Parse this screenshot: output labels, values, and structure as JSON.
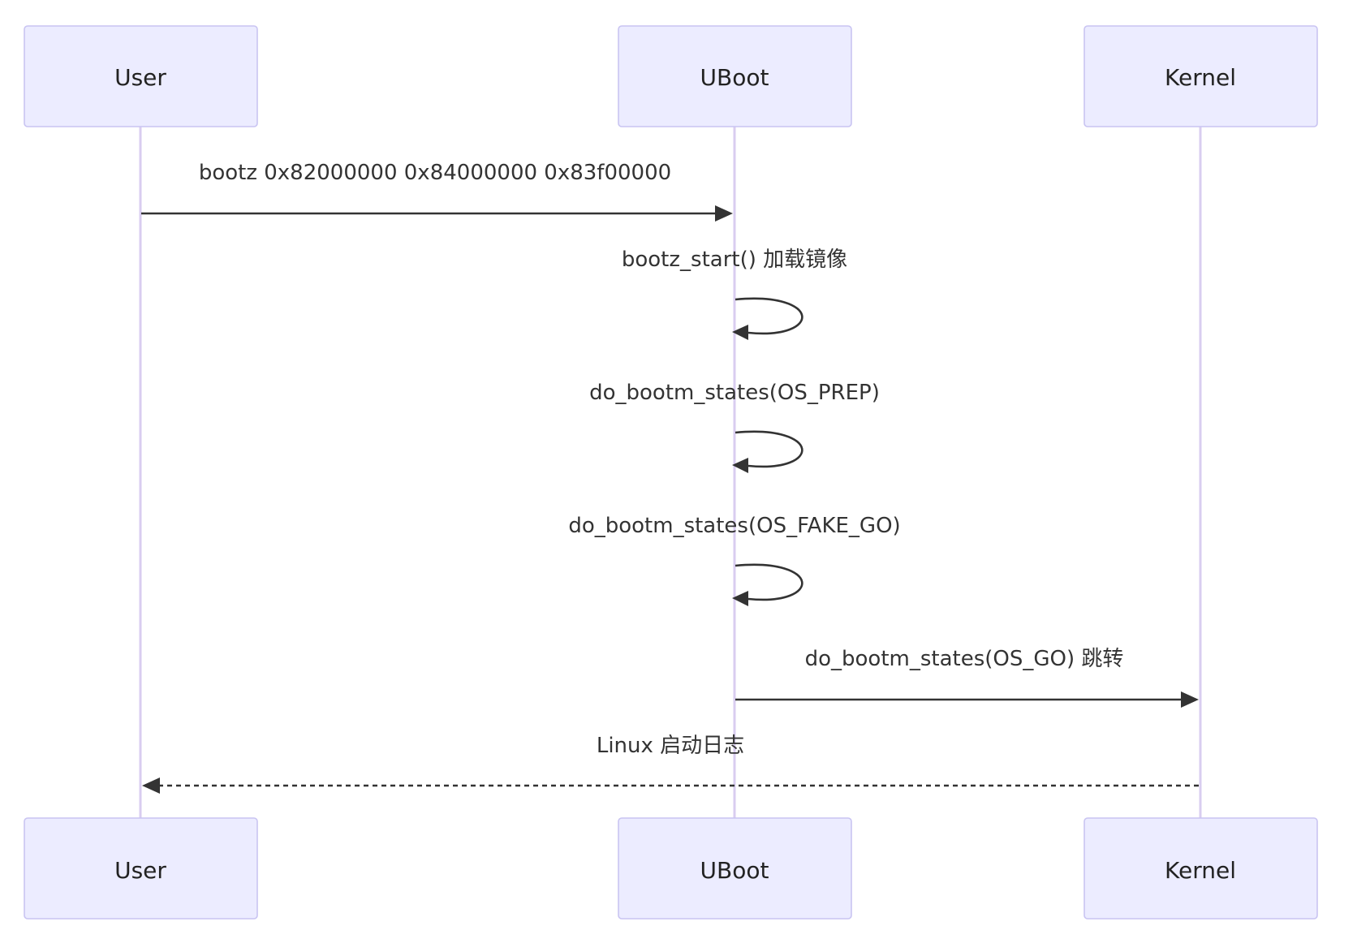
{
  "diagram": {
    "type": "sequence",
    "participants": [
      {
        "id": "user",
        "label": "User"
      },
      {
        "id": "uboot",
        "label": "UBoot"
      },
      {
        "id": "kernel",
        "label": "Kernel"
      }
    ],
    "messages": [
      {
        "id": "m1",
        "from": "user",
        "to": "uboot",
        "label": "bootz 0x82000000 0x84000000 0x83f00000",
        "style": "solid"
      },
      {
        "id": "m2",
        "from": "uboot",
        "to": "uboot",
        "label": "bootz_start() 加载镜像",
        "style": "solid"
      },
      {
        "id": "m3",
        "from": "uboot",
        "to": "uboot",
        "label": "do_bootm_states(OS_PREP)",
        "style": "solid"
      },
      {
        "id": "m4",
        "from": "uboot",
        "to": "uboot",
        "label": "do_bootm_states(OS_FAKE_GO)",
        "style": "solid"
      },
      {
        "id": "m5",
        "from": "uboot",
        "to": "kernel",
        "label": "do_bootm_states(OS_GO) 跳转",
        "style": "solid"
      },
      {
        "id": "m6",
        "from": "kernel",
        "to": "user",
        "label": "Linux 启动日志",
        "style": "dashed"
      }
    ],
    "colors": {
      "actor_fill": "#ececff",
      "actor_stroke": "#c9c4f2",
      "lifeline": "#d9cdf0",
      "line": "#333333",
      "text": "#222222"
    }
  }
}
